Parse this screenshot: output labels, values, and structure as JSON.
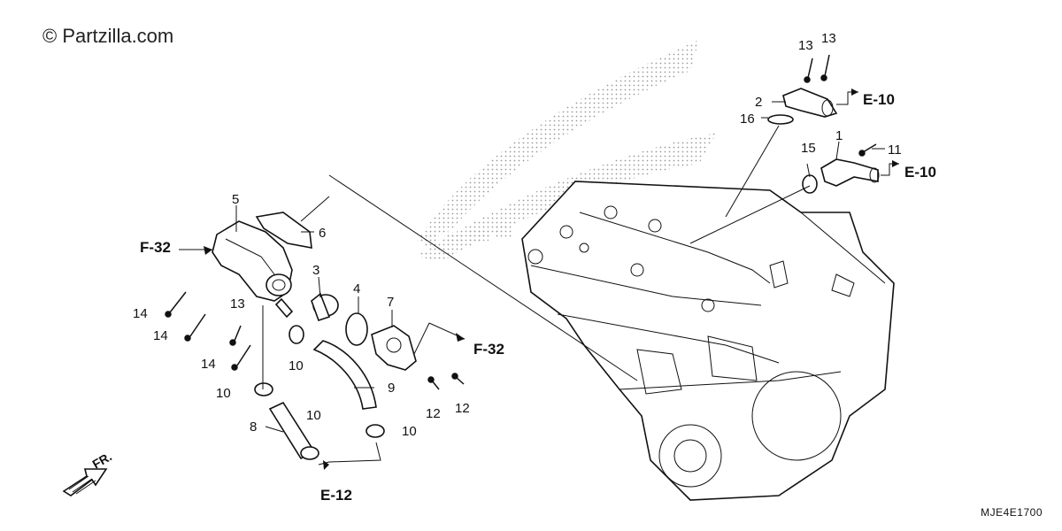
{
  "watermark": "© Partzilla.com",
  "diagram_code": "MJE4E1700",
  "direction_label": "FR.",
  "references": {
    "f32_left": "F-32",
    "f32_right": "F-32",
    "e10_top": "E-10",
    "e10_mid": "E-10",
    "e12": "E-12"
  },
  "callouts": {
    "c1": "1",
    "c2": "2",
    "c3": "3",
    "c4": "4",
    "c5": "5",
    "c6": "6",
    "c7": "7",
    "c8": "8",
    "c9": "9",
    "c10a": "10",
    "c10b": "10",
    "c10c": "10",
    "c10d": "10",
    "c11": "11",
    "c12a": "12",
    "c12b": "12",
    "c13a": "13",
    "c13b": "13",
    "c13c": "13",
    "c14a": "14",
    "c14b": "14",
    "c14c": "14",
    "c15": "15",
    "c16": "16"
  }
}
